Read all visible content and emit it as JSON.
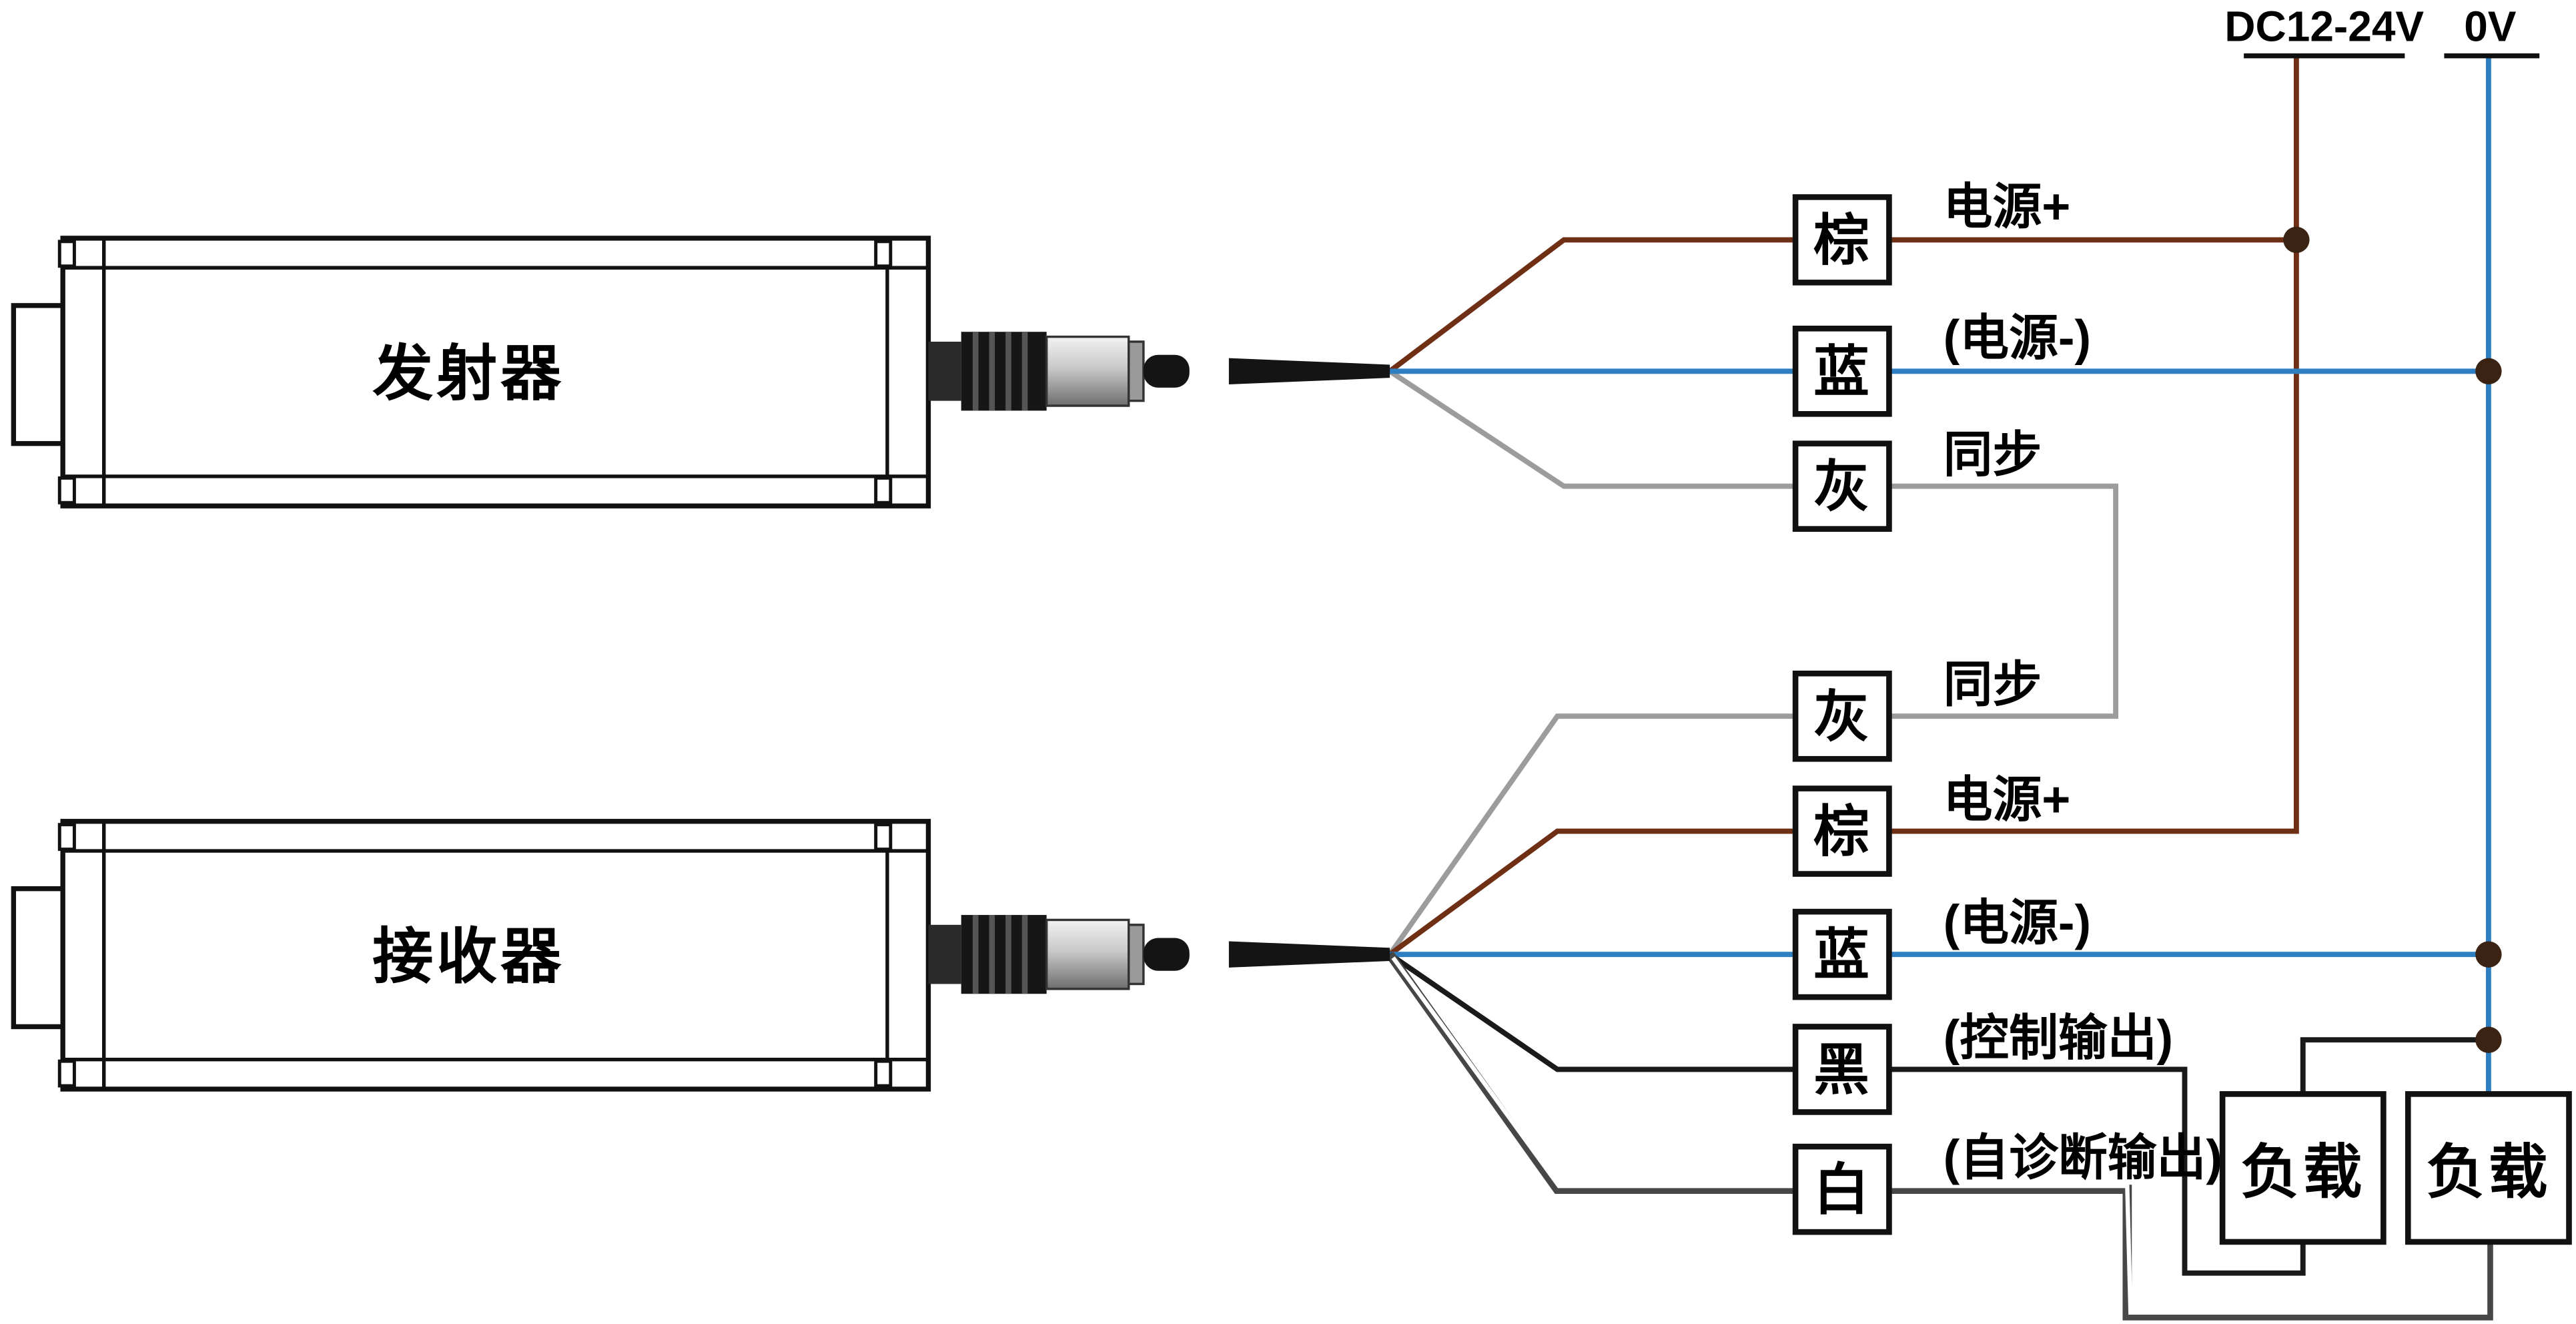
{
  "diagram": {
    "power_rails": {
      "positive_label": "DC12-24V",
      "zero_label": "0V"
    },
    "devices": {
      "transmitter": "发射器",
      "receiver": "接收器"
    },
    "wire_boxes": {
      "t_brown": "棕",
      "t_blue": "蓝",
      "t_gray": "灰",
      "r_gray": "灰",
      "r_brown": "棕",
      "r_blue": "蓝",
      "r_black": "黑",
      "r_white": "白"
    },
    "wire_labels": {
      "t_brown": "电源+",
      "t_blue": "(电源-)",
      "t_gray": "同步",
      "r_gray": "同步",
      "r_brown": "电源+",
      "r_blue": "(电源-)",
      "r_black": "(控制输出)",
      "r_white": "(自诊断输出)"
    },
    "loads": {
      "left": "负载",
      "right": "负载"
    },
    "colors": {
      "brown": "#6e2f15",
      "blue": "#2e7fc2",
      "gray": "#9c9c9c",
      "black": "#1a1a1a",
      "white_core": "#ffffff",
      "white_outline": "#474747",
      "junction_dot": "#3a2313"
    }
  }
}
